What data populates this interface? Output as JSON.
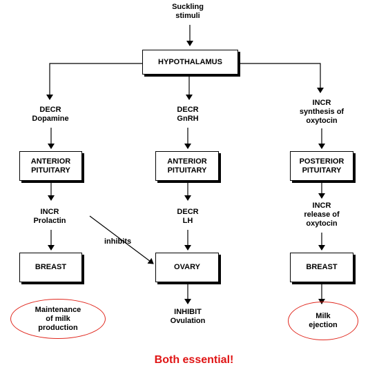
{
  "input": {
    "suckling": "Suckling\nstimuli"
  },
  "hypothalamus": "HYPOTHALAMUS",
  "left": {
    "hormone": "DECR\nDopamine",
    "gland": "ANTERIOR\nPITUITARY",
    "effect": "INCR\nProlactin",
    "target": "BREAST",
    "outcome": "Maintenance\nof milk\nproduction"
  },
  "middle": {
    "hormone": "DECR\nGnRH",
    "gland": "ANTERIOR\nPITUITARY",
    "effect": "DECR\nLH",
    "target": "OVARY",
    "outcome": "INHIBIT\nOvulation"
  },
  "right": {
    "hormone": "INCR\nsynthesis of\noxytocin",
    "gland": "POSTERIOR\nPITUITARY",
    "effect": "INCR\nrelease of\noxytocin",
    "target": "BREAST",
    "outcome": "Milk\nejection"
  },
  "cross_link": "inhibits",
  "footer": "Both essential!",
  "colors": {
    "accent": "#e01414",
    "line": "#000000"
  }
}
